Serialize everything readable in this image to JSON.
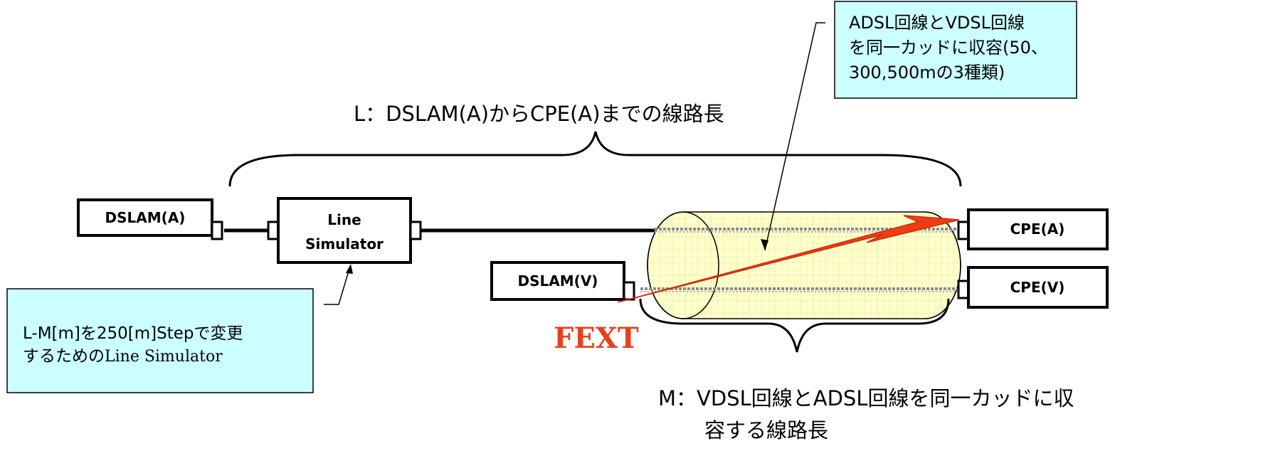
{
  "boxes": {
    "dslam_a": "DSLAM(A)",
    "line_sim_1": "Line",
    "line_sim_2": "Simulator",
    "dslam_v": "DSLAM(V)",
    "cpe_a": "CPE(A)",
    "cpe_v": "CPE(V)"
  },
  "labels": {
    "l_length": "L：DSLAM(A)からCPE(A)までの線路長",
    "m_length_1": "M：VDSL回線とADSL回線を同一カッドに収",
    "m_length_2": "容する線路長",
    "fext": "FEXT"
  },
  "callouts": {
    "top_right": [
      "ADSL回線とVDSL回線",
      "を同一カッドに収容(50、",
      "300,500mの3種類)"
    ],
    "bottom_left_1": "L-M[m]を250[m]Stepで変更",
    "bottom_left_2a": "するための",
    "bottom_left_2b": "Line Simulator"
  },
  "colors": {
    "callout_fill": "#ccffff",
    "cable_fill": "#ffffcc",
    "fext_arrow": "#f03c14",
    "fext_text": "#e8401c"
  }
}
